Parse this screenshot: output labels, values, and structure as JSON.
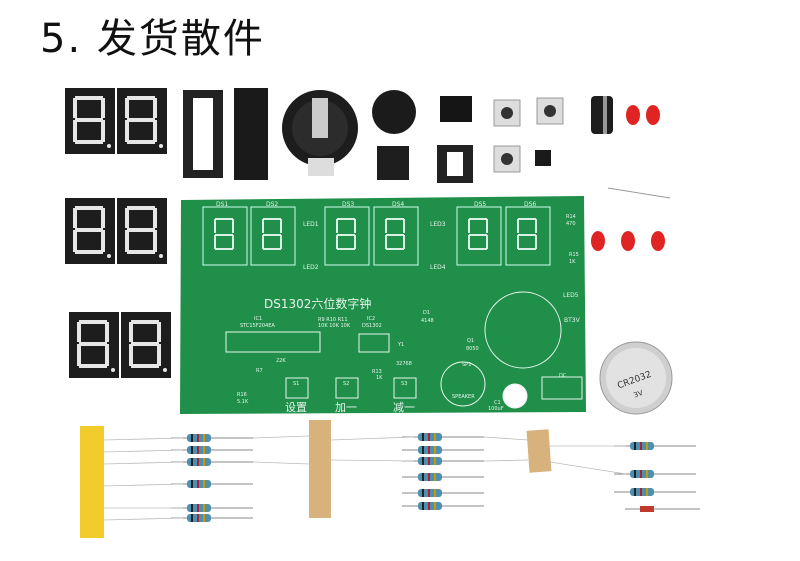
{
  "title": "5. 发货散件",
  "board": {
    "title": "DS1302六位数字钟",
    "digit_labels": [
      "DS1",
      "DS2",
      "DS3",
      "DS4",
      "DS5",
      "DS6"
    ],
    "chip_labels": [
      "IC1",
      "STC15F204EA",
      "R9 R10 R11",
      "10K 10K 10K",
      "IC2",
      "DS1302"
    ],
    "led_labels": [
      "LED1",
      "LED2",
      "LED3",
      "LED4",
      "LED5"
    ],
    "button_labels": [
      "S1",
      "S2",
      "S3"
    ],
    "button_captions": [
      "设置",
      "加一",
      "减一"
    ],
    "misc_labels": [
      "BT3V",
      "SP1",
      "SPEAKER",
      "C1",
      "100uF",
      "DC",
      "Y1",
      "32768",
      "R7",
      "22K",
      "D1",
      "4148",
      "R14",
      "470",
      "R15",
      "1K",
      "R13",
      "1K",
      "Q1",
      "8050",
      "R16",
      "5.1K"
    ]
  },
  "battery": {
    "text": "CR2032",
    "voltage": "3V"
  }
}
